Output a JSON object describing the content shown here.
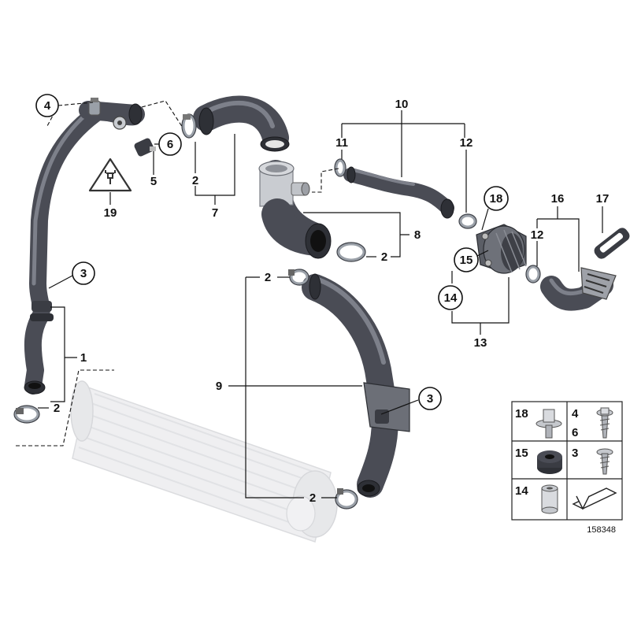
{
  "diagram": {
    "reference_number": "158348",
    "callouts": {
      "c1": "1",
      "c2a": "2",
      "c2b": "2",
      "c2c": "2",
      "c2d": "2",
      "c2e": "2",
      "c3a": "3",
      "c3b": "3",
      "c4": "4",
      "c5": "5",
      "c6": "6",
      "c7": "7",
      "c8": "8",
      "c9": "9",
      "c10": "10",
      "c11": "11",
      "c12a": "12",
      "c12b": "12",
      "c13": "13",
      "c14": "14",
      "c15": "15",
      "c16": "16",
      "c17": "17",
      "c18": "18",
      "c19": "19"
    },
    "legend": {
      "cell_18": "18",
      "cell_4": "4",
      "cell_6": "6",
      "cell_15": "15",
      "cell_3": "3",
      "cell_14": "14"
    },
    "colors": {
      "hose": "#4a4c55",
      "hose_highlight": "#7d808a",
      "intercooler": "#d7d8db",
      "clamp": "#9aa0a8"
    }
  }
}
